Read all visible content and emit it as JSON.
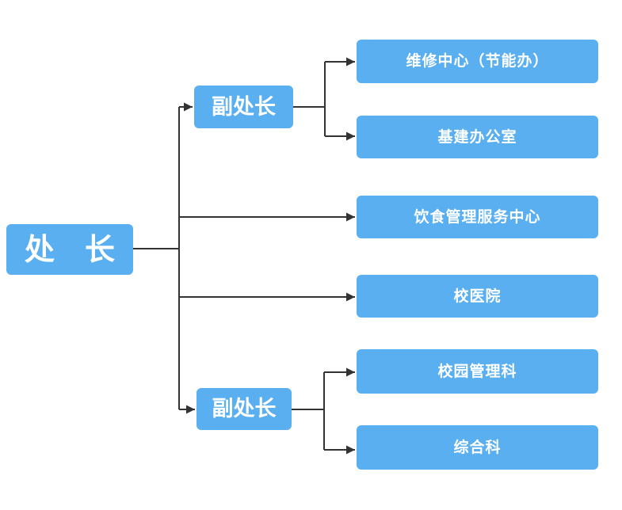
{
  "colors": {
    "node_fill": "#5AAFF0",
    "node_text": "#FFFFFF",
    "line_color": "#333333",
    "background": "#FFFFFF"
  },
  "org_chart": {
    "root": {
      "label": "处　长"
    },
    "deputies": {
      "top": {
        "label": "副处长"
      },
      "bottom": {
        "label": "副处长"
      }
    },
    "departments": {
      "maintenance_center": {
        "label": "维修中心（节能办）"
      },
      "construction_office": {
        "label": "基建办公室"
      },
      "catering_center": {
        "label": "饮食管理服务中心"
      },
      "school_hospital": {
        "label": "校医院"
      },
      "campus_management": {
        "label": "校园管理科"
      },
      "general_affairs": {
        "label": "综合科"
      }
    }
  }
}
